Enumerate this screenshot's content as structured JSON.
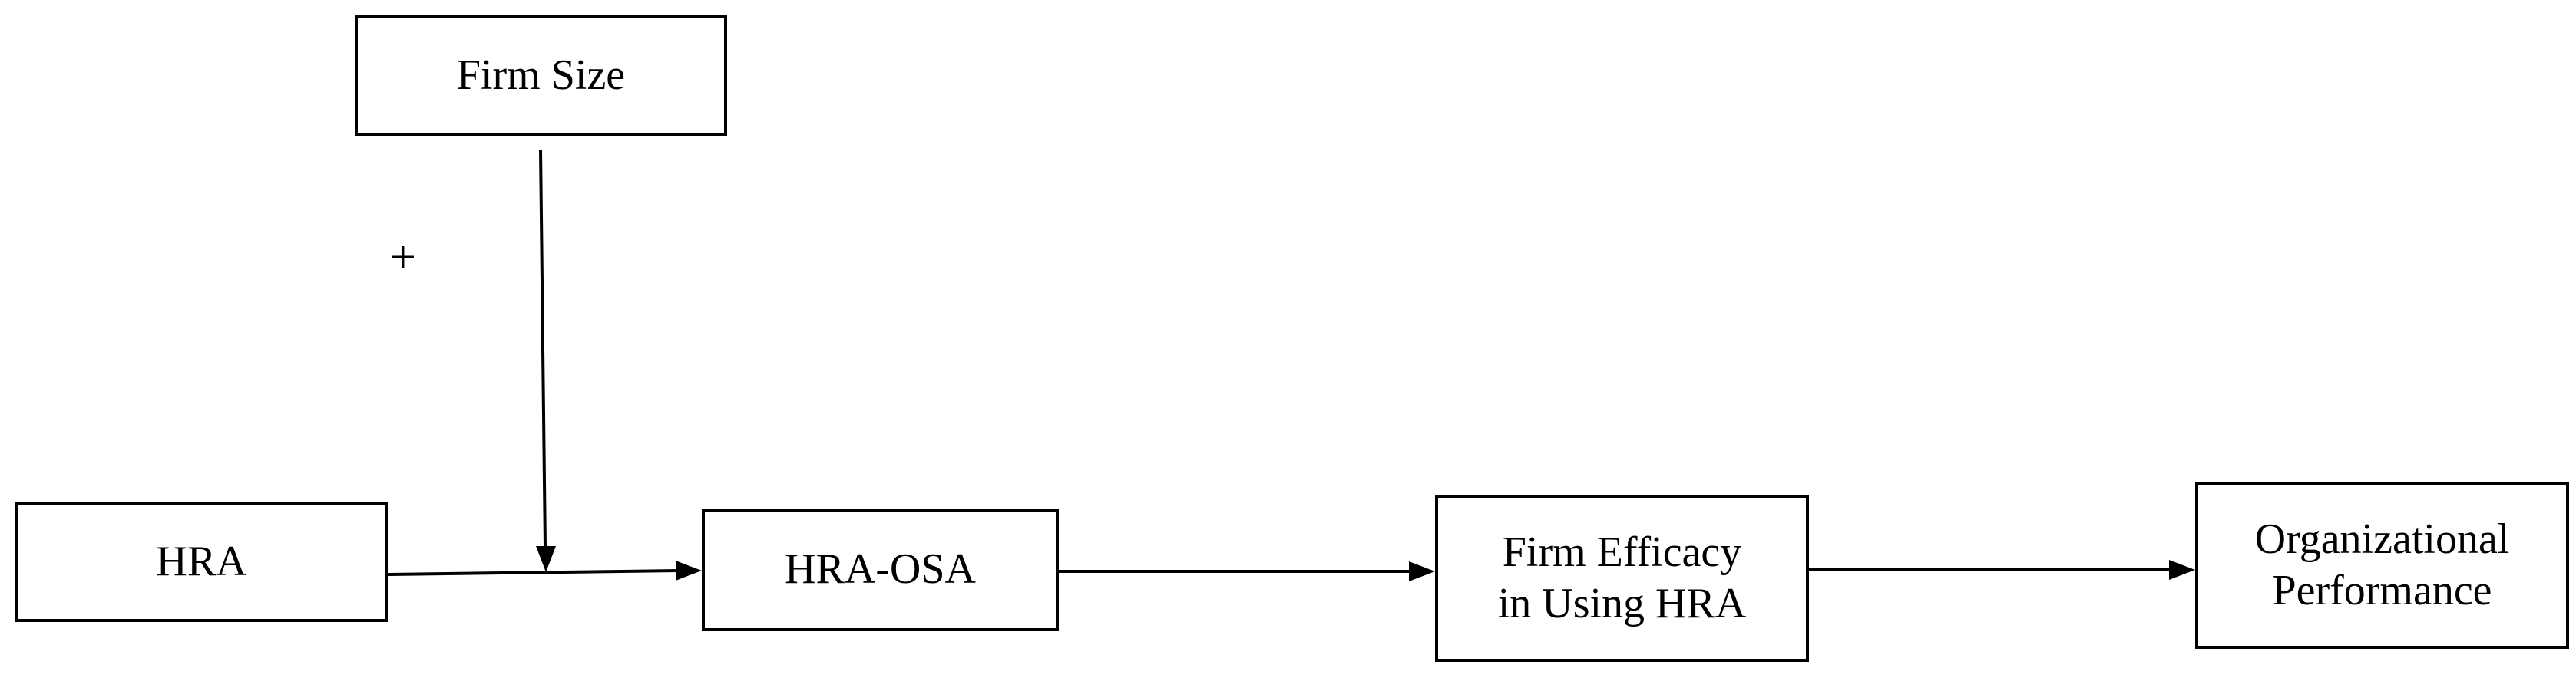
{
  "nodes": {
    "firm_size": "Firm Size",
    "hra": "HRA",
    "hra_osa": "HRA-OSA",
    "firm_efficacy": [
      "Firm Efficacy",
      "in Using HRA"
    ],
    "organizational_performance": [
      "Organizational",
      "Performance"
    ]
  },
  "moderation_sign": "+",
  "edges": [
    {
      "from": "hra",
      "to": "hra_osa"
    },
    {
      "from": "firm_size",
      "to": "hra-to-hra_osa path"
    },
    {
      "from": "hra_osa",
      "to": "firm_efficacy"
    },
    {
      "from": "firm_efficacy",
      "to": "organizational_performance"
    }
  ]
}
